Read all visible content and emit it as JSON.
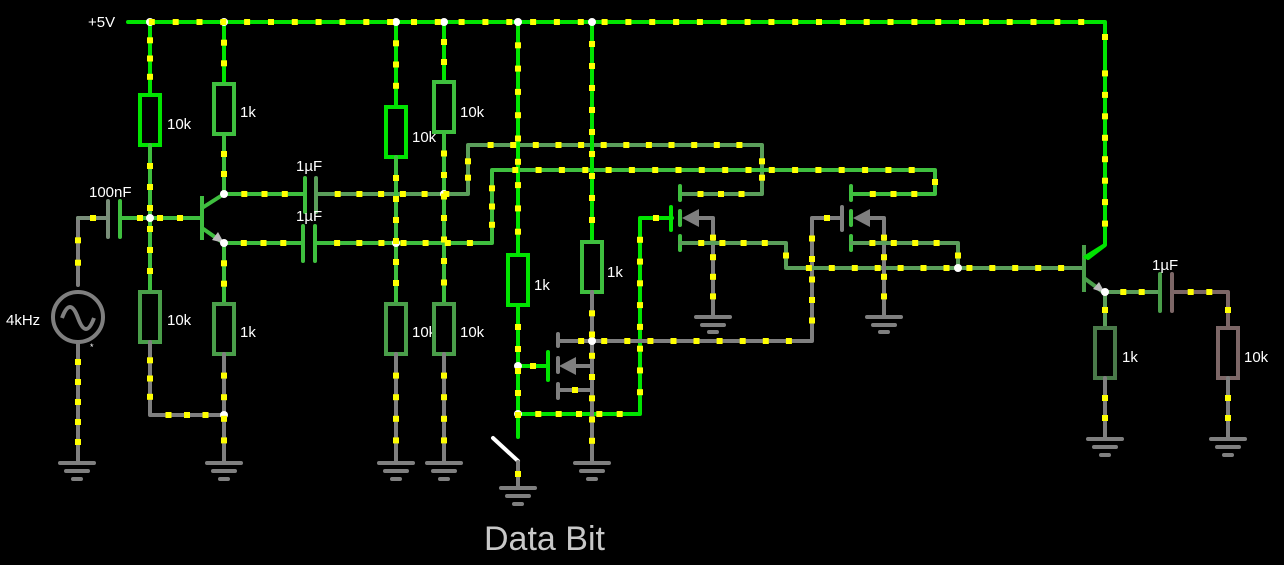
{
  "title": "Data Bit",
  "labels": {
    "supply": "+5V",
    "source_freq": "4kHz",
    "c_in": "100nF",
    "c_out1": "1µF",
    "c_out2": "1µF",
    "c_final": "1µF",
    "r_bias_top": "10k",
    "r_collector": "1k",
    "r_bias_bot": "10k",
    "r_emitter": "1k",
    "r_div1_top": "10k",
    "r_div2_top": "10k",
    "r_div1_bot": "10k",
    "r_div2_bot": "10k",
    "r_switch_pull": "1k",
    "r_inv_pull": "1k",
    "r_follower_emitter": "1k",
    "r_load": "10k"
  },
  "colors": {
    "background": "#000000",
    "wire_high": "#00e400",
    "wire_mid": "#3fbf3f",
    "wire_low": "#5a9e5a",
    "wire_ground": "#7f7f7f",
    "current_dot": "#ffff00",
    "junction": "#ffffff"
  }
}
